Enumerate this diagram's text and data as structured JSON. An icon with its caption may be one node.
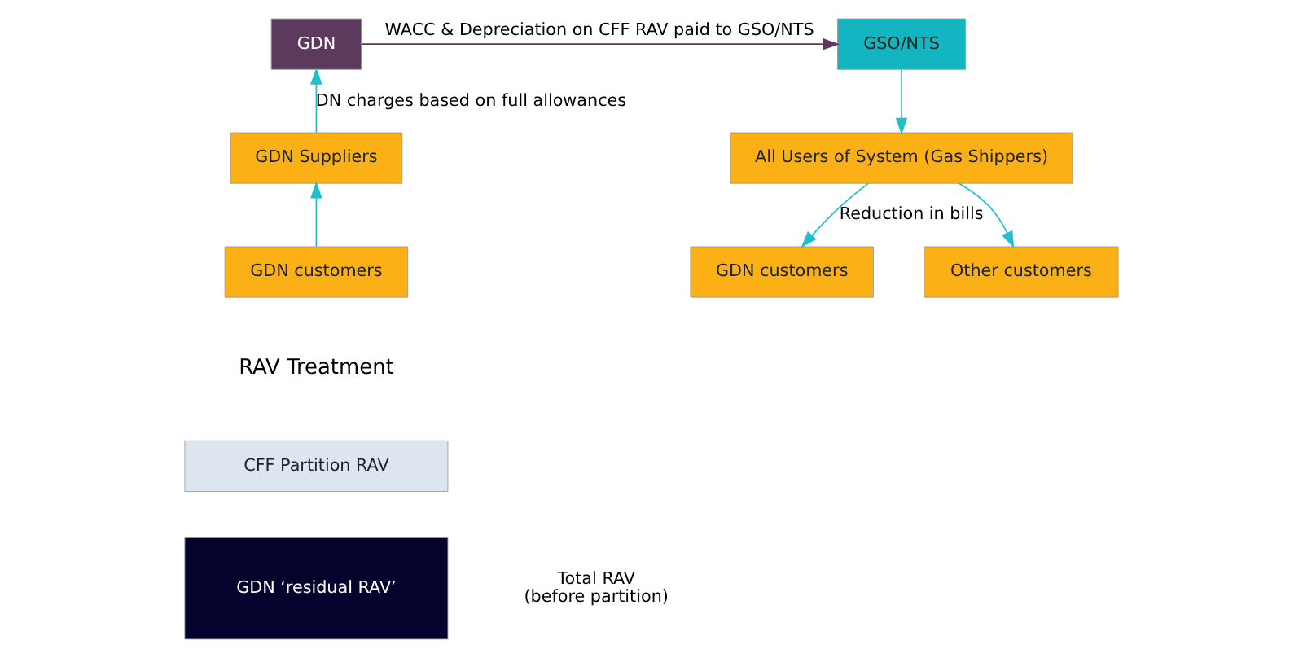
{
  "diagram": {
    "nodes": [
      {
        "text": [
          "GDN"
        ]
      },
      {
        "text": [
          "GSO/NTS"
        ]
      },
      {
        "text": [
          "GDN Suppliers"
        ]
      },
      {
        "text": [
          "All Users of System (Gas Shippers)"
        ]
      },
      {
        "text": [
          "GDN customers"
        ]
      },
      {
        "text": [
          "GDN customers"
        ]
      },
      {
        "text": [
          "Other customers"
        ]
      },
      {
        "text": [
          "CFF Partition RAV"
        ]
      },
      {
        "text": [
          "GDN ‘residual RAV’"
        ]
      }
    ],
    "edges": [
      {
        "from": 0,
        "to": 1,
        "arrow": "to",
        "label": "WACC & Depreciation on CFF RAV paid to GSO/NTS",
        "color": "#5b3a5e"
      },
      {
        "from": 2,
        "to": 0,
        "arrow": "to",
        "label": "DN charges based on full allowances"
      },
      {
        "from": 4,
        "to": 2,
        "arrow": "to"
      },
      {
        "from": 1,
        "to": 3,
        "arrow": "to"
      },
      {
        "from": 3,
        "to": 5,
        "arrow": "to",
        "label": "Reduction in bills"
      },
      {
        "from": 3,
        "to": 6,
        "arrow": "to"
      }
    ],
    "labels": [
      "RAV Treatment",
      "Total RAV (before partition)"
    ]
  }
}
